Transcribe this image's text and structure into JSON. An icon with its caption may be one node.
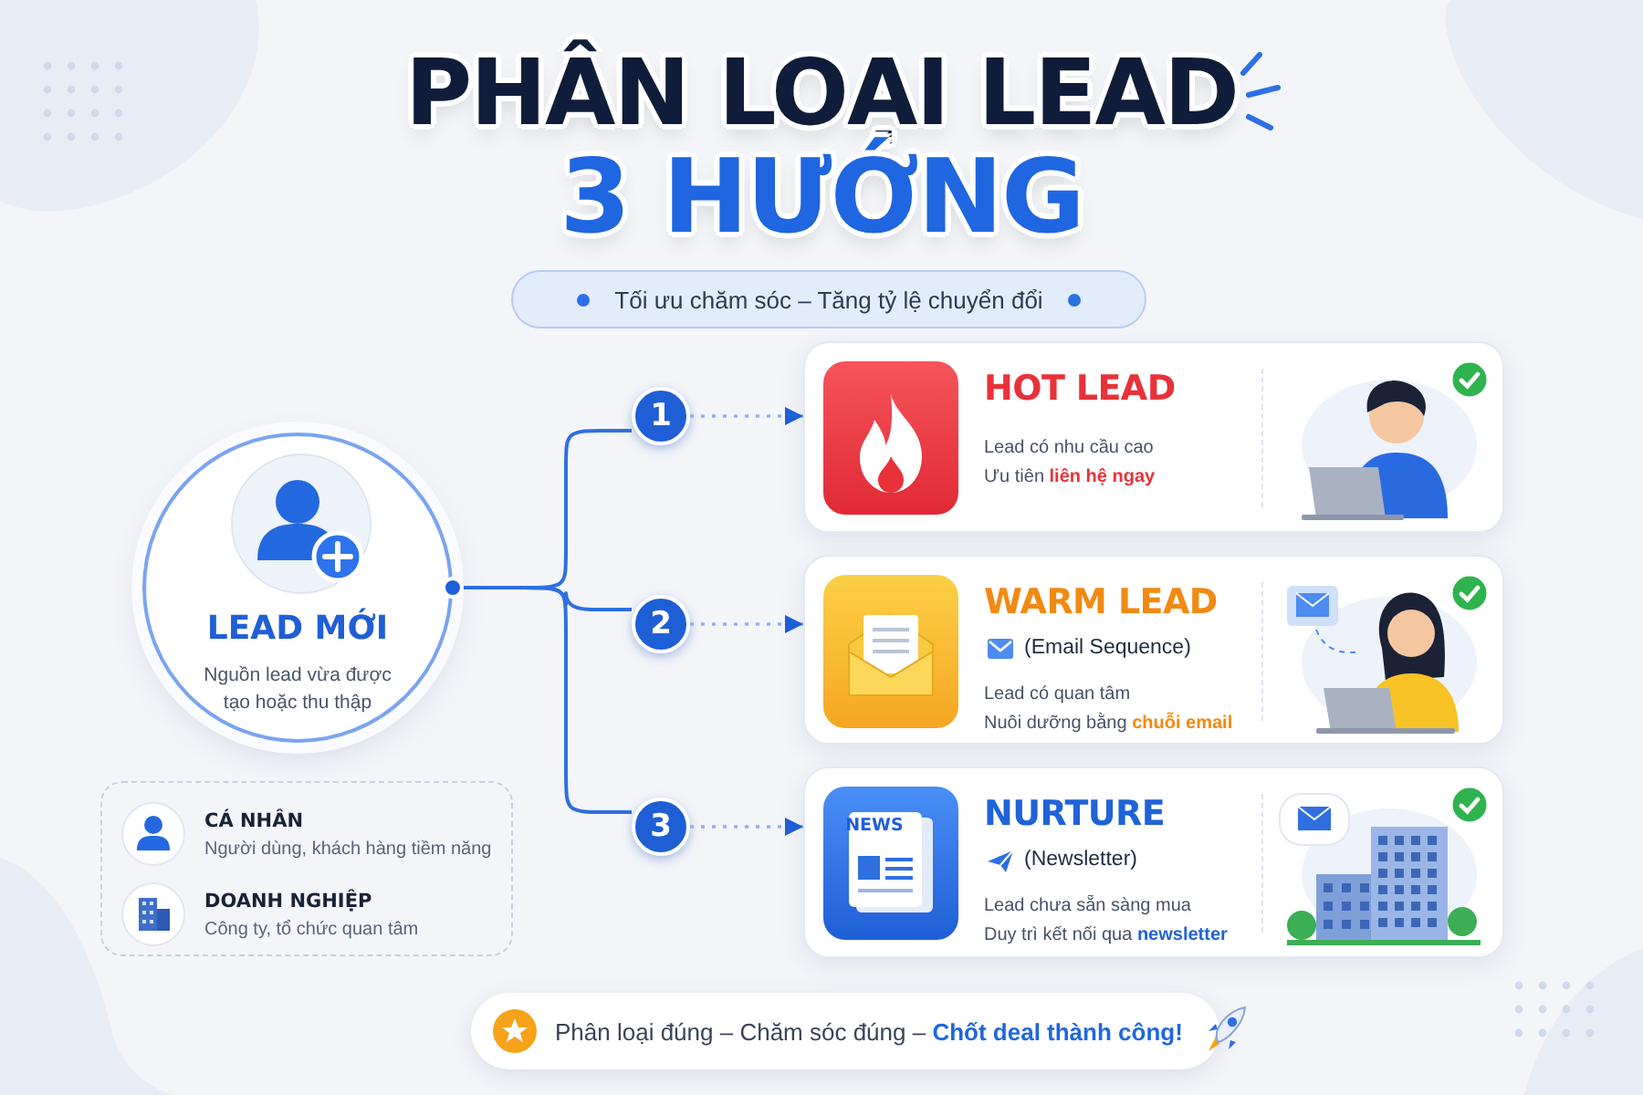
{
  "diagram": {
    "title": "PHÂN LOẠI LEAD",
    "nodes": [
      {
        "text": [
          "Tối ưu chăm sóc – Tăng tỷ lệ chuyển đổi"
        ]
      },
      {
        "text": [
          "LEAD MỚI",
          "Nguồn lead vừa được tạo hoặc thu thập"
        ]
      },
      {
        "text": [
          "1"
        ]
      },
      {
        "text": [
          "2"
        ]
      },
      {
        "text": [
          "3"
        ]
      },
      {
        "text": [
          "HOT LEAD",
          "Lead có nhu cầu cao",
          "Ưu tiên **liên hệ ngay**"
        ]
      },
      {
        "text": [
          "WARM LEAD",
          "(Email Sequence)",
          "Lead có quan tâm",
          "Nuôi dưỡng bằng **chuỗi email**"
        ]
      },
      {
        "text": [
          "NURTURE",
          "(Newsletter)",
          "Lead chưa sẵn sàng mua",
          "Duy trì kết nối qua **newsletter**"
        ]
      },
      {
        "text": [
          "CÁ NHÂN",
          "Người dùng, khách hàng tiềm năng",
          "DOANH NGHIỆP",
          "Công ty, tổ chức quan tâm"
        ]
      },
      {
        "text": [
          "Phân loại đúng – Chăm sóc đúng – **Chốt deal thành công!**"
        ]
      }
    ],
    "edges": [
      {
        "from": 1,
        "to": 2,
        "arrow": "none"
      },
      {
        "from": 1,
        "to": 3,
        "arrow": "none"
      },
      {
        "from": 1,
        "to": 4,
        "arrow": "none"
      },
      {
        "from": 2,
        "to": 5,
        "arrow": "to",
        "style": "dashed",
        "color": "#8fb2ef"
      },
      {
        "from": 3,
        "to": 6,
        "arrow": "to",
        "style": "dashed",
        "color": "#8fb2ef"
      },
      {
        "from": 4,
        "to": 7,
        "arrow": "to",
        "style": "dashed",
        "color": "#8fb2ef"
      }
    ],
    "labels": [
      "3 HƯỚNG",
      "NEWS"
    ]
  }
}
